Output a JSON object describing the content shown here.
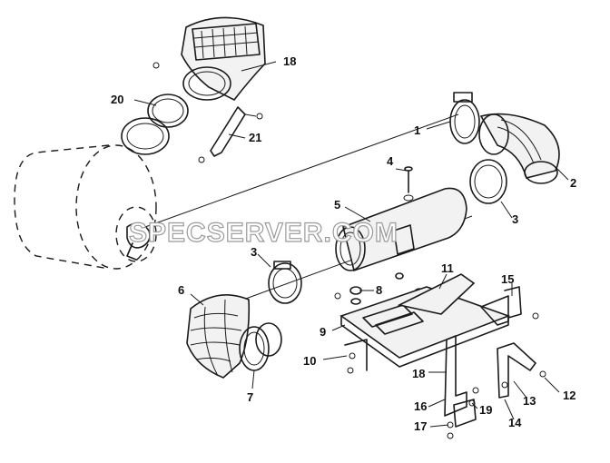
{
  "diagram": {
    "watermark": "SPECSERVER.COM",
    "callouts": [
      {
        "id": "c1",
        "label": "1"
      },
      {
        "id": "c2",
        "label": "2"
      },
      {
        "id": "c3a",
        "label": "3"
      },
      {
        "id": "c3b",
        "label": "3"
      },
      {
        "id": "c4",
        "label": "4"
      },
      {
        "id": "c5",
        "label": "5"
      },
      {
        "id": "c6",
        "label": "6"
      },
      {
        "id": "c7",
        "label": "7"
      },
      {
        "id": "c8",
        "label": "8"
      },
      {
        "id": "c9",
        "label": "9"
      },
      {
        "id": "c10",
        "label": "10"
      },
      {
        "id": "c11",
        "label": "11"
      },
      {
        "id": "c12",
        "label": "12"
      },
      {
        "id": "c13",
        "label": "13"
      },
      {
        "id": "c14",
        "label": "14"
      },
      {
        "id": "c15",
        "label": "15"
      },
      {
        "id": "c16",
        "label": "16"
      },
      {
        "id": "c17",
        "label": "17"
      },
      {
        "id": "c18a",
        "label": "18"
      },
      {
        "id": "c18b",
        "label": "18"
      },
      {
        "id": "c19",
        "label": "19"
      },
      {
        "id": "c20",
        "label": "20"
      },
      {
        "id": "c21",
        "label": "21"
      }
    ]
  }
}
